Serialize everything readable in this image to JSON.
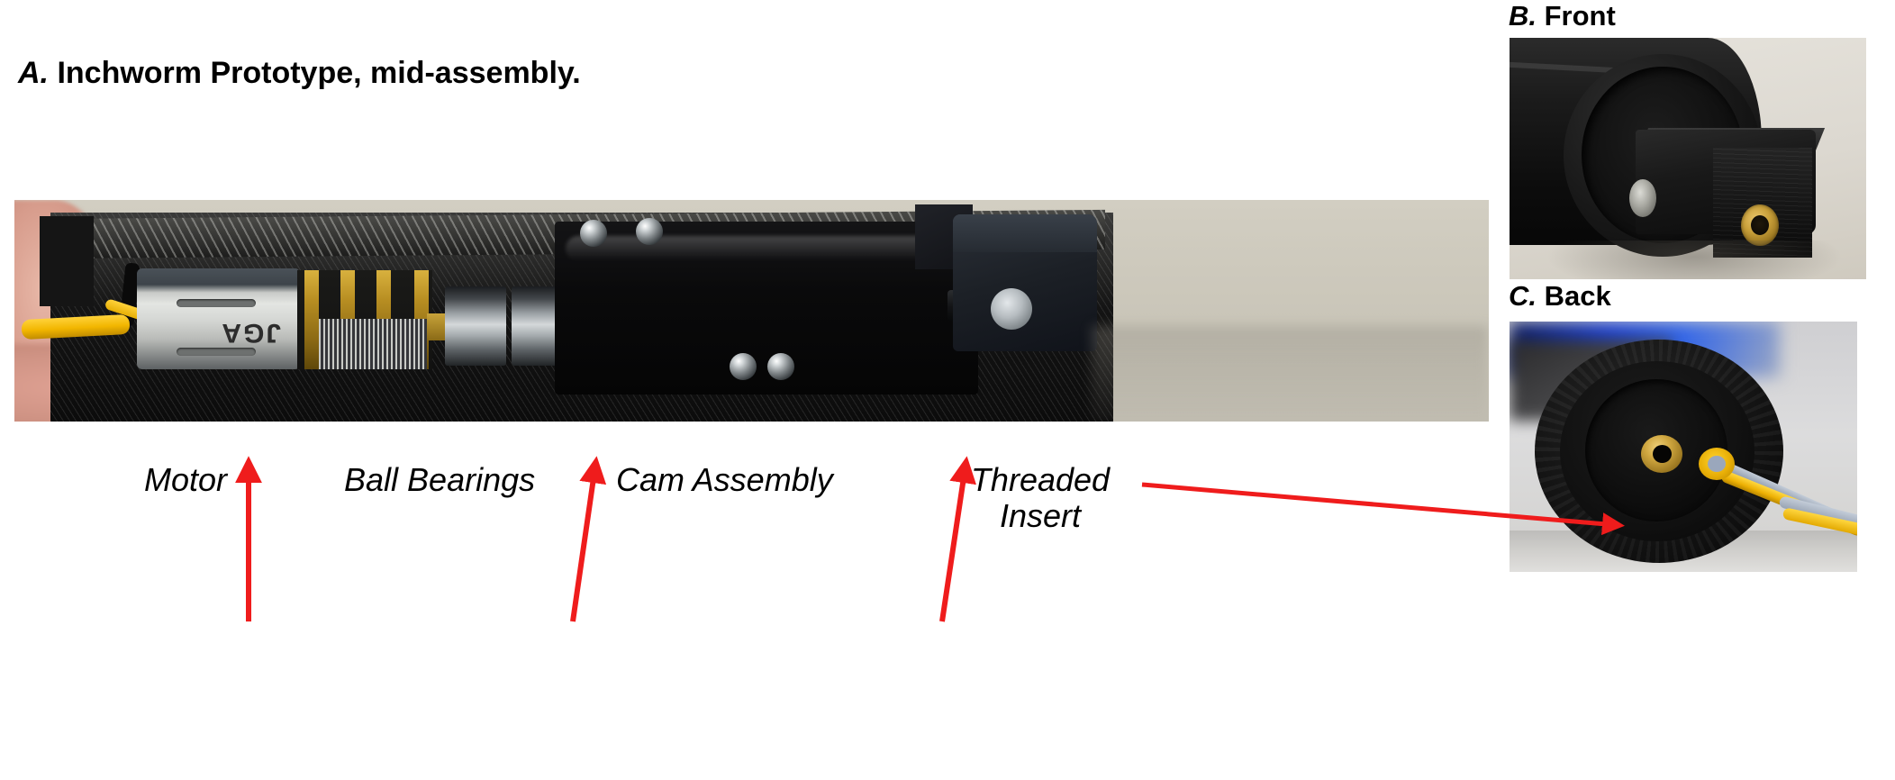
{
  "figure": {
    "panels": [
      {
        "letter": "A.",
        "title": "Inchworm Prototype, mid-assembly."
      },
      {
        "letter": "B.",
        "title": "Front"
      },
      {
        "letter": "C.",
        "title": "Back"
      }
    ]
  },
  "annotations": [
    {
      "id": "motor",
      "label": "Motor",
      "arrow": "vertical-up",
      "color": "#ef1c1c"
    },
    {
      "id": "ball-bearings",
      "label": "Ball Bearings",
      "arrow": "diagonal-up-right",
      "color": "#ef1c1c"
    },
    {
      "id": "cam-assembly",
      "label": "Cam Assembly",
      "arrow": "diagonal-up-right",
      "color": "#ef1c1c"
    },
    {
      "id": "threaded-insert",
      "label": "Threaded Insert",
      "arrow": "horizontal-right",
      "color": "#ef1c1c"
    }
  ],
  "photos": {
    "a": {
      "caption": "Inchworm Prototype, mid-assembly.",
      "components": [
        "finger",
        "yellow-wire",
        "motor",
        "gearbox",
        "ball-bearings",
        "cam-assembly",
        "steel-balls",
        "end-block",
        "screw"
      ],
      "motor_marking": "JGA"
    },
    "b": {
      "caption": "Front",
      "components": [
        "printed-body",
        "end-cap",
        "mounting-tab",
        "screw",
        "threaded-insert"
      ]
    },
    "c": {
      "caption": "Back",
      "components": [
        "printed-end-cap",
        "threaded-insert",
        "wire-grommet",
        "yellow-wire",
        "gray-wire"
      ]
    }
  },
  "colors": {
    "arrow_red": "#ef1c1c",
    "text_black": "#000000",
    "background": "#ffffff",
    "brass": "#c9a03a",
    "photo_wall": "#cdc9bd"
  }
}
